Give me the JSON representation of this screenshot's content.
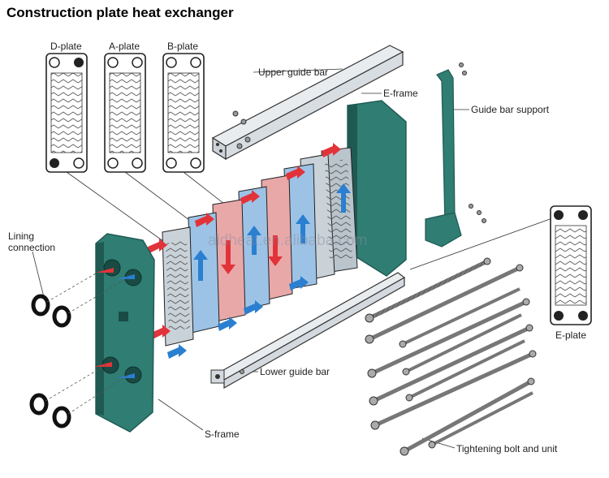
{
  "title": "Construction plate heat exchanger",
  "labels": {
    "d_plate": "D-plate",
    "a_plate": "A-plate",
    "b_plate": "B-plate",
    "upper_guide_bar": "Upper guide bar",
    "e_frame": "E-frame",
    "guide_bar_support": "Guide bar support",
    "lining_connection": "Lining\nconnection",
    "e_plate": "E-plate",
    "lower_guide_bar": "Lower guide bar",
    "s_frame": "S-frame",
    "tightening_bolt": "Tightening bolt and unit"
  },
  "watermark": "aidheat.en.alibaba.com",
  "colors": {
    "frame": "#2f7d73",
    "frame_dark": "#1f5a52",
    "plate": "#b9c4cc",
    "hot_flow": "#e2333a",
    "cold_flow": "#2a7fd0",
    "hot_plate": "#e9a8a8",
    "cold_plate": "#9cc3e6"
  }
}
